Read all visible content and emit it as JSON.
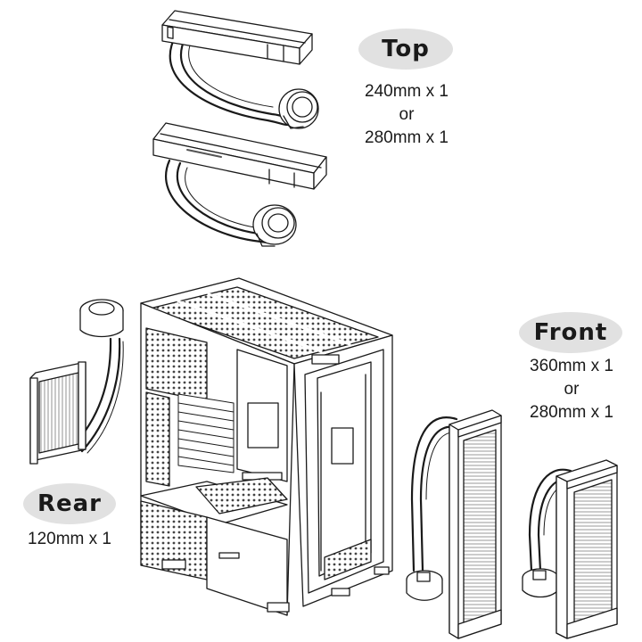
{
  "labels": {
    "top": {
      "title": "Top",
      "lines": [
        "240mm x 1",
        "or",
        "280mm x 1"
      ]
    },
    "front": {
      "title": "Front",
      "lines": [
        "360mm x 1",
        "or",
        "280mm x 1"
      ]
    },
    "rear": {
      "title": "Rear",
      "lines": [
        "120mm x 1"
      ]
    }
  },
  "colors": {
    "stroke": "#1a1a1a",
    "pill": "#e1e1e1",
    "grey": "#9a9a9a",
    "mesh": "#444444"
  }
}
